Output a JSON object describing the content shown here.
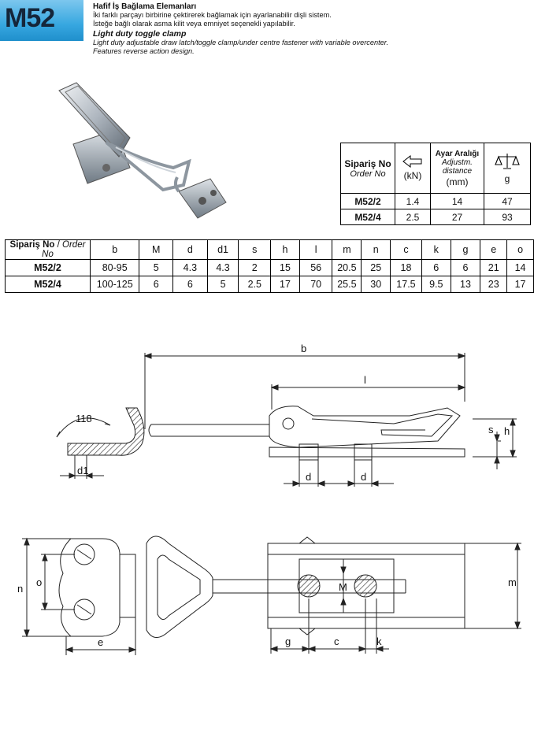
{
  "product_code": "M52",
  "header": {
    "title_tr": "Hafif İş Bağlama Elemanları",
    "desc_tr_1": "İki farklı parçayı birbirine çektirerek bağlamak için ayarlanabilir dişli sistem.",
    "desc_tr_2": "İsteğe bağlı olarak asma kilit veya emniyet seçenekli yapılabilir.",
    "title_en": "Light duty toggle clamp",
    "desc_en_1": "Light duty adjustable draw latch/toggle clamp/under centre fastener with variable overcenter.",
    "desc_en_2": "Features reverse action design."
  },
  "spec_table": {
    "order_tr": "Sipariş No",
    "order_en": "Order No",
    "force_unit": "(kN)",
    "adj_tr": "Ayar Aralığı",
    "adj_en_1": "Adjustm.",
    "adj_en_2": "distance",
    "adj_unit": "(mm)",
    "weight_unit": "g",
    "icons": [
      "arrow-left-icon",
      "balance-scale-icon"
    ],
    "rows": [
      {
        "order": "M52/2",
        "force": "1.4",
        "adj": "14",
        "weight": "47"
      },
      {
        "order": "M52/4",
        "force": "2.5",
        "adj": "27",
        "weight": "93"
      }
    ]
  },
  "dim_table": {
    "order_tr": "Sipariş No",
    "order_sep": " / ",
    "order_en": "Order No",
    "columns": [
      "b",
      "M",
      "d",
      "d1",
      "s",
      "h",
      "l",
      "m",
      "n",
      "c",
      "k",
      "g",
      "e",
      "o"
    ],
    "rows": [
      {
        "order": "M52/2",
        "values": [
          "80-95",
          "5",
          "4.3",
          "4.3",
          "2",
          "15",
          "56",
          "20.5",
          "25",
          "18",
          "6",
          "6",
          "21",
          "14"
        ]
      },
      {
        "order": "M52/4",
        "values": [
          "100-125",
          "6",
          "6",
          "5",
          "2.5",
          "17",
          "70",
          "25.5",
          "30",
          "17.5",
          "9.5",
          "13",
          "23",
          "17"
        ]
      }
    ]
  },
  "drawing_labels": {
    "b": "b",
    "l": "l",
    "s": "s",
    "h": "h",
    "d_left": "d",
    "d_right": "d",
    "angle": "118",
    "d1": "d1",
    "n": "n",
    "o": "o",
    "e": "e",
    "M": "M",
    "m": "m",
    "g": "g",
    "c": "c",
    "k": "k"
  }
}
